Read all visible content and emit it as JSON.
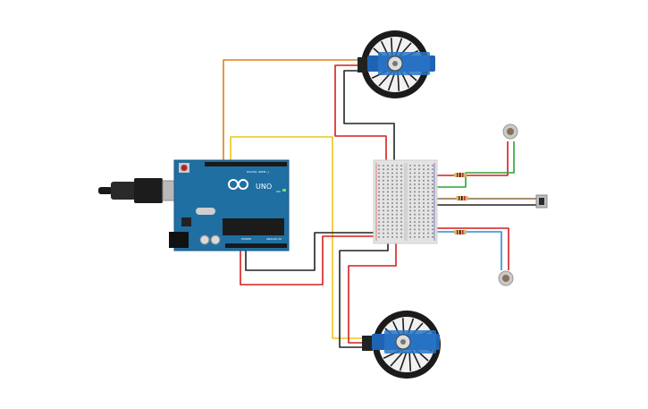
{
  "board": {
    "brand": "UNO",
    "digital_label": "DIGITAL (PWM~)",
    "power_label": "POWER",
    "analog_label": "ANALOG IN",
    "on_label": "ON"
  },
  "colors": {
    "board": "#1f6fa3",
    "breadboard": "#e3e3e3",
    "servo": "#1f64b4",
    "wheel": "#1b1b1b",
    "wire_red": "#d41f1f",
    "wire_black": "#222222",
    "wire_yellow": "#ecc51e",
    "wire_orange": "#d9811b",
    "wire_green": "#29a336",
    "wire_blue": "#2a8dcc",
    "wire_brown": "#8a6a3a"
  },
  "components": {
    "servo_top": "servo-motor",
    "servo_bottom": "servo-motor",
    "ldr_top": "photoresistor",
    "ldr_bottom": "photoresistor",
    "pushbutton": "pushbutton"
  }
}
